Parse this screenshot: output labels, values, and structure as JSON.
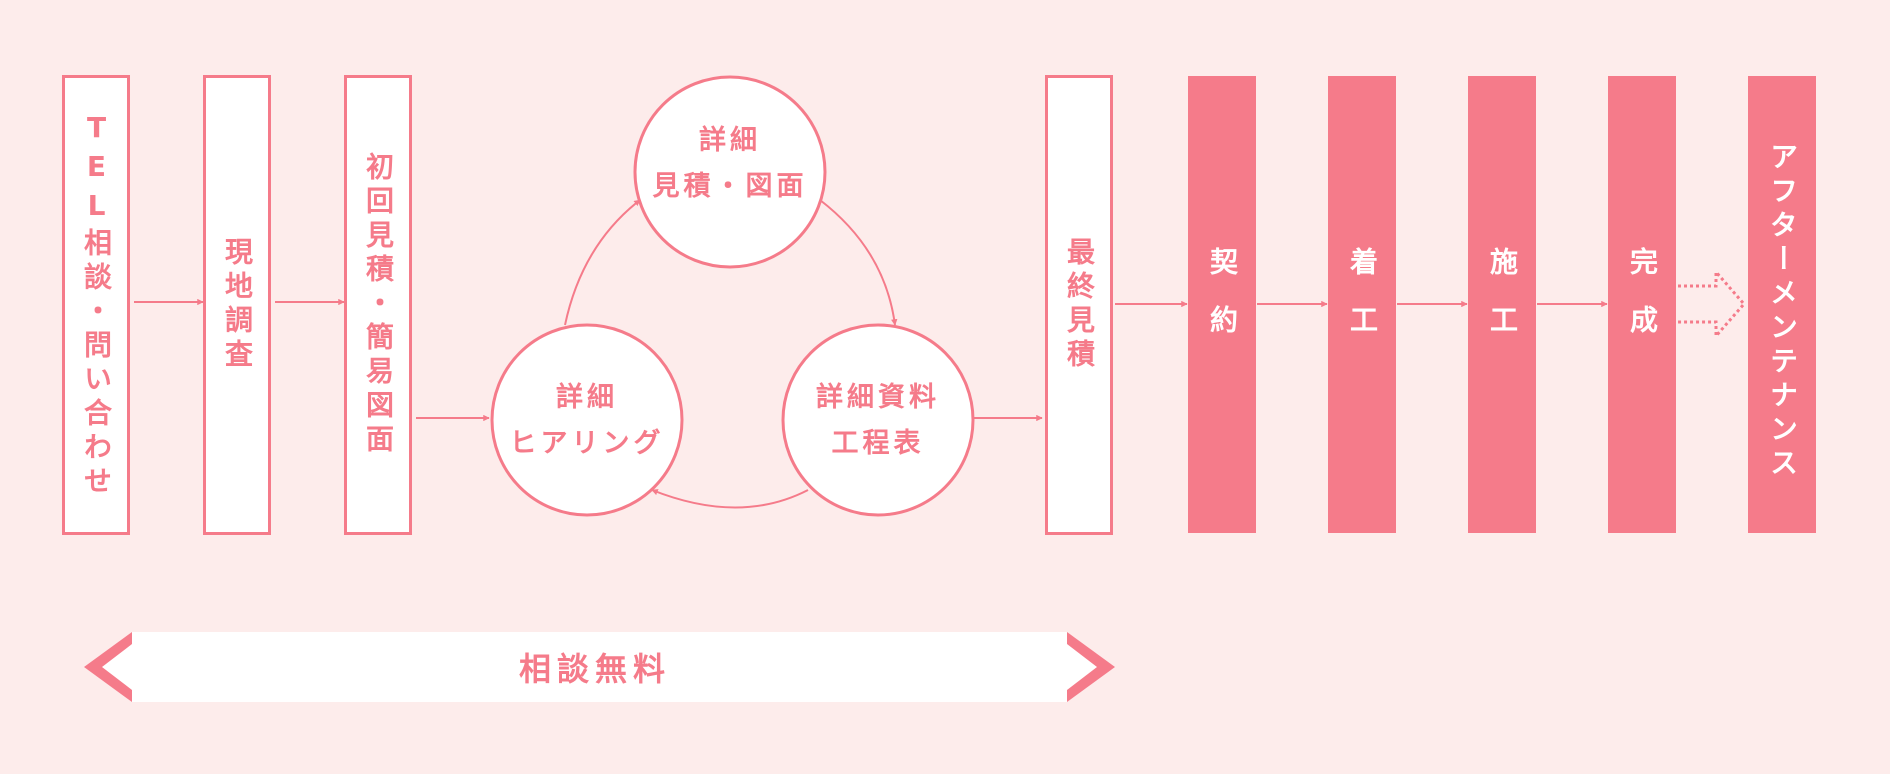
{
  "steps": {
    "tel": "TEL相談・問い合わせ",
    "survey": "現地調査",
    "initial": "初回見積・簡易図面",
    "final": "最終見積",
    "contract": "契約",
    "start": "着工",
    "construction": "施工",
    "complete": "完成",
    "after": "アフターメンテナンス"
  },
  "cycle": {
    "top_line1": "詳細",
    "top_line2": "見積・図面",
    "right_line1": "詳細資料",
    "right_line2": "工程表",
    "left_line1": "詳細",
    "left_line2": "ヒアリング"
  },
  "banner": {
    "label": "相談無料"
  },
  "colors": {
    "accent": "#f57b8a",
    "background": "#fdeceb",
    "box_fill": "#ffffff"
  }
}
